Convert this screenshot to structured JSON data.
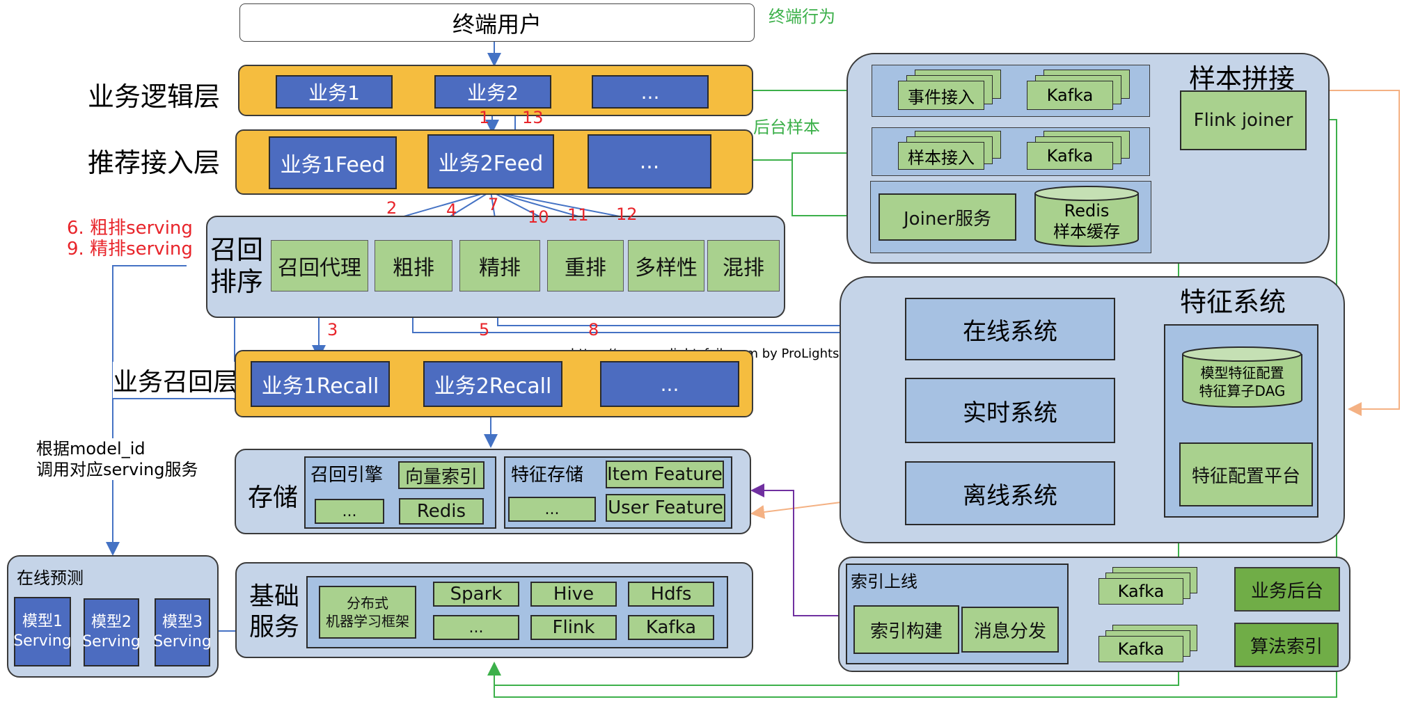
{
  "end_user": "终端用户",
  "notes": {
    "event_behavior": "终端行为",
    "backend_sample": "后台样本",
    "coarse_serving": "6. 粗排serving",
    "fine_serving": "9. 精排serving",
    "model_call": "根据model_id\n调用对应serving服务",
    "watermark": "https://www.prolightsfxjh.com by ProLightsfx"
  },
  "layers": {
    "business_logic": {
      "title": "业务逻辑层",
      "items": [
        "业务1",
        "业务2",
        "..."
      ]
    },
    "rec_access": {
      "title": "推荐接入层",
      "items": [
        "业务1Feed",
        "业务2Feed",
        "..."
      ]
    },
    "recall_rank": {
      "title": "召回\n排序",
      "items": [
        "召回代理",
        "粗排",
        "精排",
        "重排",
        "多样性",
        "混排"
      ]
    },
    "business_recall": {
      "title": "业务召回层",
      "items": [
        "业务1Recall",
        "业务2Recall",
        "..."
      ]
    },
    "storage": {
      "title": "存储",
      "recall_engine": {
        "title": "召回引擎",
        "items": [
          "向量索引",
          "...",
          "Redis"
        ]
      },
      "feature_store": {
        "title": "特征存储",
        "items": [
          "Item Feature",
          "...",
          "User Feature"
        ]
      }
    },
    "infra": {
      "title": "基础\n服务",
      "items": [
        "分布式\n机器学习框架",
        "Spark",
        "Hive",
        "Hdfs",
        "...",
        "Flink",
        "Kafka"
      ]
    },
    "online_predict": {
      "title": "在线预测",
      "items": [
        "模型1\nServing",
        "模型2\nServing",
        "模型3\nServing"
      ]
    }
  },
  "sample_join": {
    "title": "样本拼接",
    "event_access": "事件接入",
    "sample_access": "样本接入",
    "kafka": "Kafka",
    "flink_joiner": "Flink joiner",
    "joiner_service": "Joiner服务",
    "redis_cache": "Redis\n样本缓存"
  },
  "feature_system": {
    "title": "特征系统",
    "online": "在线系统",
    "realtime": "实时系统",
    "offline": "离线系统",
    "model_config": "模型特征配置\n特征算子DAG",
    "config_platform": "特征配置平台"
  },
  "index_online": {
    "title": "索引上线",
    "build": "索引构建",
    "dispatch": "消息分发",
    "kafka": "Kafka",
    "biz_backend": "业务后台",
    "algo_index": "算法索引"
  },
  "step_numbers": [
    "1",
    "13",
    "2",
    "4",
    "7",
    "10",
    "11",
    "12",
    "3",
    "5",
    "8"
  ],
  "colors": {
    "layer_yellow": "#F5BD3F",
    "box_blue": "#4C6CC0",
    "box_green": "#A9D18E",
    "panel_blue": "#C5D4E8",
    "arrow_blue": "#4472C4",
    "arrow_green": "#3CB04A",
    "arrow_orange": "#F4B183",
    "arrow_purple": "#7030A0",
    "step_red": "#E8242A"
  }
}
